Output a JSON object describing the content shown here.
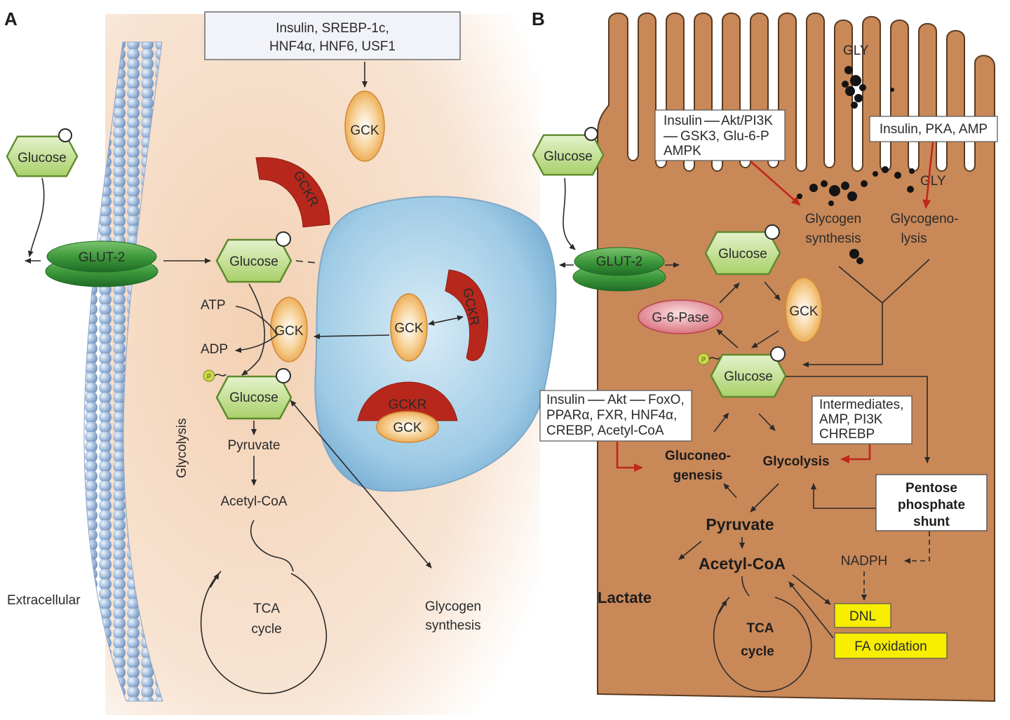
{
  "panels": {
    "a": {
      "letter": "A",
      "regulators": [
        "Insulin, SREBP-1c,",
        "HNF4α, HNF6, USF1"
      ],
      "gck": "GCK",
      "gckr": "GCKR",
      "glucose": "Glucose",
      "glut2": "GLUT-2",
      "atp": "ATP",
      "adp": "ADP",
      "pyruvate": "Pyruvate",
      "acetyl_coa": "Acetyl-CoA",
      "tca": [
        "TCA",
        "cycle"
      ],
      "glycolysis": "Glycolysis",
      "extracellular": "Extracellular",
      "glycogen_synthesis": [
        "Glycogen",
        "synthesis"
      ],
      "phosphate": "P"
    },
    "b": {
      "letter": "B",
      "gly": "GLY",
      "glucose": "Glucose",
      "glut2": "GLUT-2",
      "gck": "GCK",
      "g6pase": "G-6-Pase",
      "box_synthesis": [
        "Insulin",
        "Akt/PI3K",
        "GSK3, Glu-6-P",
        "AMPK"
      ],
      "box_glycogenolysis": "Insulin, PKA, AMP",
      "glycogen_synthesis": [
        "Glycogen",
        "synthesis"
      ],
      "glycogenolysis": [
        "Glycogeno-",
        "lysis"
      ],
      "box_gluconeogenesis": [
        "Insulin",
        "Akt",
        "FoxO,",
        "PPARα, FXR, HNF4α,",
        "CREBP, Acetyl-CoA"
      ],
      "box_glycolysis": [
        "Intermediates,",
        "AMP, PI3K",
        "CHREBP"
      ],
      "gluconeogenesis": [
        "Gluconeo-",
        "genesis"
      ],
      "glycolysis": "Glycolysis",
      "pentose": [
        "Pentose",
        "phosphate",
        "shunt"
      ],
      "pyruvate": "Pyruvate",
      "acetyl_coa": "Acetyl-CoA",
      "nadph": "NADPH",
      "lactate": "Lactate",
      "dnl": "DNL",
      "fa_oxidation": "FA oxidation",
      "tca": [
        "TCA",
        "cycle"
      ],
      "phosphate": "P"
    }
  },
  "colors": {
    "glucose_fill": "#b5d77a",
    "glut2_fill": "#3f9a3d",
    "gck_fill": "#f1b45c",
    "gckr_fill": "#b8271b",
    "nucleus_fill": "#a9cfe6",
    "cell_fill": "#c8885a",
    "yellow_box": "#f7ee00",
    "red_arrow": "#c0271c"
  }
}
